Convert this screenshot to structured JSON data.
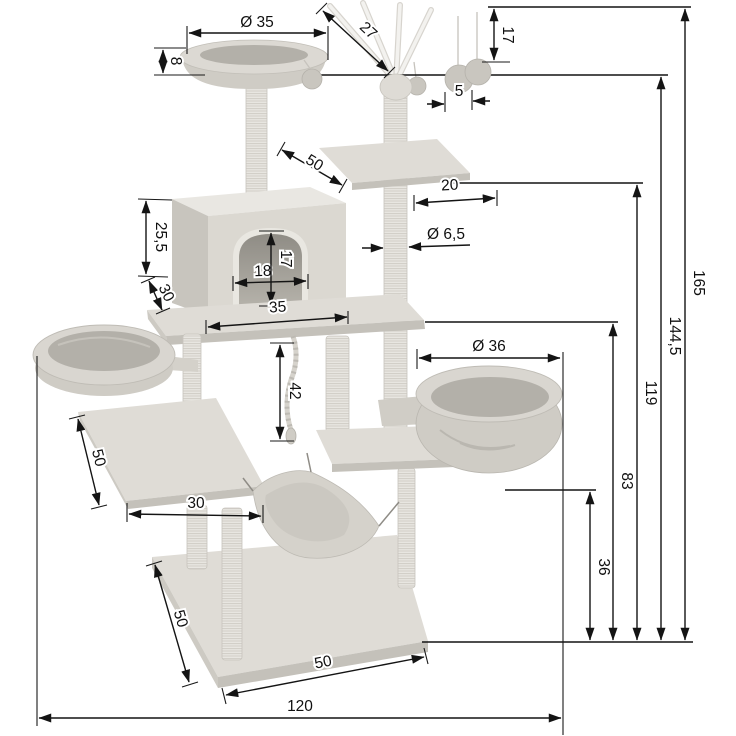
{
  "drawing": {
    "subject": "cat-scratching-tree-dimensional-drawing",
    "unit_style": "centimetres (decimal comma)",
    "background_color": "#ffffff",
    "line_color": "#141414",
    "plush_light": "#dfdcd6",
    "plush_mid": "#cdcac3",
    "plush_dark": "#b3b0a9",
    "pole_color": "#e8e6e1"
  },
  "dims": {
    "top_basket_diameter": "Ø 35",
    "top_basket_height": "8",
    "toy_wand_length": "27",
    "toy_drop_height": "17",
    "toy_ball_diameter": "5",
    "upper_platform_depth": "50",
    "upper_platform_overhang": "20",
    "post_diameter": "Ø 6,5",
    "house_height": "25,5",
    "house_depth": "30",
    "door_width": "18",
    "door_height": "17",
    "house_width": "35",
    "hanging_basket_diameter": "Ø 36",
    "rope_length": "42",
    "left_platform_depth": "50",
    "left_platform_width": "30",
    "height_to_low_platform": "36",
    "height_to_mid_platform": "83",
    "height_to_upper_platform": "119",
    "height_to_post_top": "144,5",
    "total_height": "165",
    "base_depth": "50",
    "base_front_width": "50",
    "total_width": "120"
  }
}
